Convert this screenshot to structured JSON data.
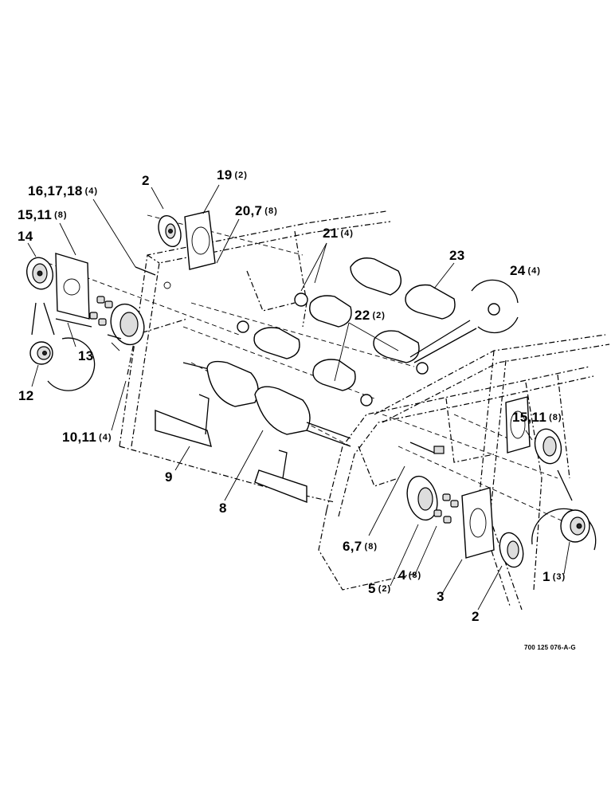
{
  "labels": [
    {
      "id": "l1",
      "num": "2",
      "qty": ""
    },
    {
      "id": "l2",
      "num": "19",
      "qty": "(2)"
    },
    {
      "id": "l3",
      "num": "16,17,18",
      "qty": "(4)"
    },
    {
      "id": "l4",
      "num": "20,7",
      "qty": "(8)"
    },
    {
      "id": "l5",
      "num": "15,11",
      "qty": "(8)"
    },
    {
      "id": "l6",
      "num": "21",
      "qty": "(4)"
    },
    {
      "id": "l7",
      "num": "14",
      "qty": ""
    },
    {
      "id": "l8",
      "num": "23",
      "qty": ""
    },
    {
      "id": "l9",
      "num": "24",
      "qty": "(4)"
    },
    {
      "id": "l10",
      "num": "22",
      "qty": "(2)"
    },
    {
      "id": "l11",
      "num": "13",
      "qty": ""
    },
    {
      "id": "l12",
      "num": "12",
      "qty": ""
    },
    {
      "id": "l13",
      "num": "10,11",
      "qty": "(4)"
    },
    {
      "id": "l14",
      "num": "15,11",
      "qty": "(8)"
    },
    {
      "id": "l15",
      "num": "9",
      "qty": ""
    },
    {
      "id": "l16",
      "num": "8",
      "qty": ""
    },
    {
      "id": "l17",
      "num": "6,7",
      "qty": "(8)"
    },
    {
      "id": "l18",
      "num": "4",
      "qty": "(8)"
    },
    {
      "id": "l19",
      "num": "1",
      "qty": "(3)"
    },
    {
      "id": "l20",
      "num": "5",
      "qty": "(2)"
    },
    {
      "id": "l21",
      "num": "3",
      "qty": ""
    },
    {
      "id": "l22",
      "num": "2",
      "qty": ""
    }
  ],
  "part_number": "700 125 076-A-G"
}
